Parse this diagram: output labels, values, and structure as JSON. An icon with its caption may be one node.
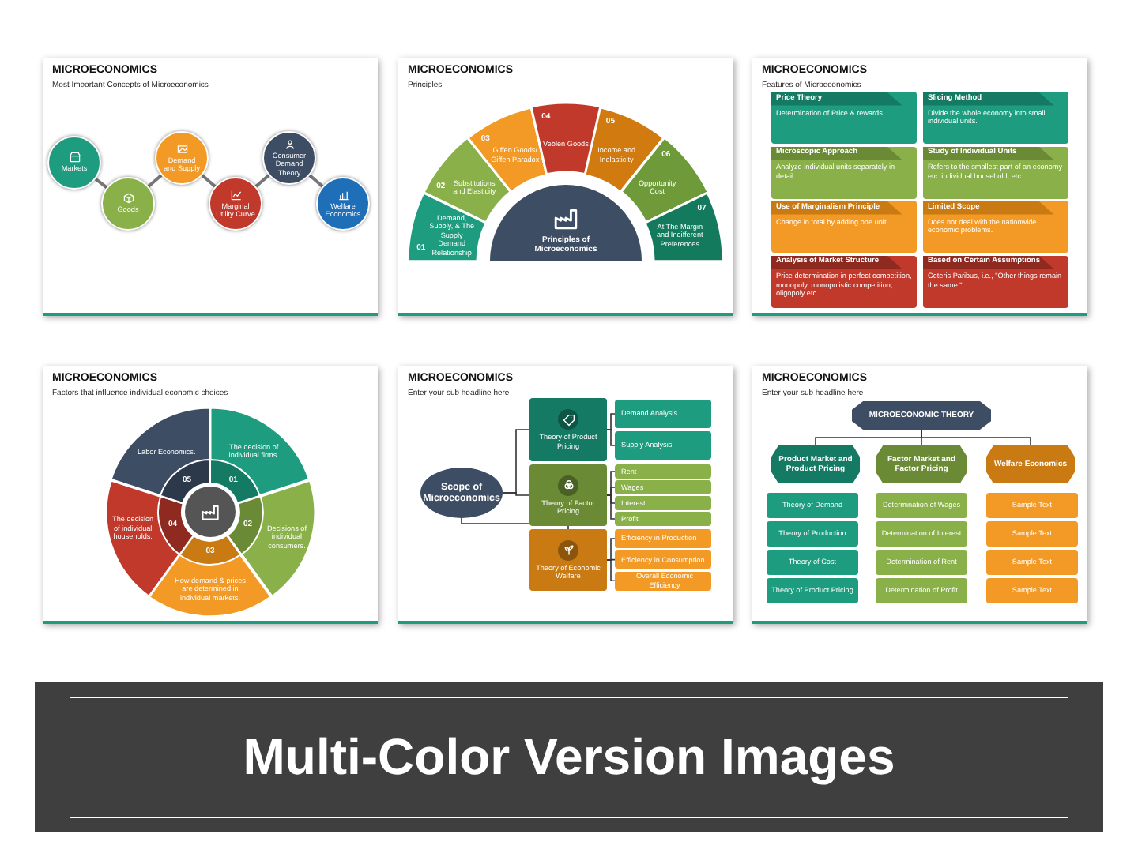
{
  "diagram": {
    "nodes": [
      {
        "text": [
          "MICROECONOMICS",
          "Most Important Concepts of Microeconomics"
        ]
      },
      {
        "text": [
          "Markets"
        ],
        "in": 0
      },
      {
        "text": [
          "Goods"
        ],
        "in": 0
      },
      {
        "text": [
          "Demand and Supply"
        ],
        "in": 0
      },
      {
        "text": [
          "Marginal Utility Curve"
        ],
        "in": 0
      },
      {
        "text": [
          "Consumer Demand Theory"
        ],
        "in": 0
      },
      {
        "text": [
          "Welfare Economics"
        ],
        "in": 0
      },
      {
        "text": [
          "MICROECONOMICS",
          "Principles"
        ]
      },
      {
        "text": [
          "01",
          "Demand, Supply, & The Supply Demand Relationship"
        ],
        "in": 7
      },
      {
        "text": [
          "02",
          "Substitutions and Elasticity"
        ],
        "in": 7
      },
      {
        "text": [
          "03",
          "Giffen Goods/ Giffen Paradox"
        ],
        "in": 7
      },
      {
        "text": [
          "04",
          "Veblen Goods"
        ],
        "in": 7
      },
      {
        "text": [
          "05",
          "Income and Inelasticity"
        ],
        "in": 7
      },
      {
        "text": [
          "06",
          "Opportunity Cost"
        ],
        "in": 7
      },
      {
        "text": [
          "07",
          "At The Margin and Indifferent Preferences"
        ],
        "in": 7
      },
      {
        "text": [
          "Principles of Microeconomics"
        ],
        "in": 7
      },
      {
        "text": [
          "MICROECONOMICS",
          "Features of Microeconomics"
        ]
      },
      {
        "text": [
          "Price Theory",
          "Determination of Price & rewards."
        ],
        "in": 16
      },
      {
        "text": [
          "Slicing Method",
          "Divide the whole economy into small individual units."
        ],
        "in": 16
      },
      {
        "text": [
          "Microscopic Approach",
          "Analyze individual units separately in detail."
        ],
        "in": 16
      },
      {
        "text": [
          "Study of Individual Units",
          "Refers to the smallest part of an economy etc. individual household, etc."
        ],
        "in": 16
      },
      {
        "text": [
          "Use of Marginalism Principle",
          "Change in total by adding one unit."
        ],
        "in": 16
      },
      {
        "text": [
          "Limited Scope",
          "Does not deal with the nationwide economic problems."
        ],
        "in": 16
      },
      {
        "text": [
          "Analysis of Market Structure",
          "Price determination in perfect competition, monopoly, monopolistic competition, oligopoly etc."
        ],
        "in": 16
      },
      {
        "text": [
          "Based on Certain Assumptions",
          "Ceteris Paribus, i.e., \"Other things remain the same.\""
        ],
        "in": 16
      },
      {
        "text": [
          "MICROECONOMICS",
          "Factors that influence individual economic choices"
        ]
      },
      {
        "text": [
          "The decision of individual firms.",
          "01"
        ],
        "in": 25
      },
      {
        "text": [
          "02",
          "Decisions of individual consumers."
        ],
        "in": 25
      },
      {
        "text": [
          "03",
          "How demand & prices are determined in individual markets."
        ],
        "in": 25
      },
      {
        "text": [
          "The decision of individual households.",
          "04"
        ],
        "in": 25
      },
      {
        "text": [
          "Labor Economics.",
          "05"
        ],
        "in": 25
      },
      {
        "text": [
          "MICROECONOMICS",
          "Enter your sub headline here"
        ]
      },
      {
        "text": [
          "Scope of Microeconomics"
        ],
        "in": 31
      },
      {
        "text": [
          "Theory of Product Pricing"
        ],
        "in": 31
      },
      {
        "text": [
          "Demand Analysis"
        ],
        "in": 31
      },
      {
        "text": [
          "Supply Analysis"
        ],
        "in": 31
      },
      {
        "text": [
          "Theory of Factor Pricing"
        ],
        "in": 31
      },
      {
        "text": [
          "Rent"
        ],
        "in": 31
      },
      {
        "text": [
          "Wages"
        ],
        "in": 31
      },
      {
        "text": [
          "Interest"
        ],
        "in": 31
      },
      {
        "text": [
          "Profit"
        ],
        "in": 31
      },
      {
        "text": [
          "Theory of Economic Welfare"
        ],
        "in": 31
      },
      {
        "text": [
          "Efficiency in Production"
        ],
        "in": 31
      },
      {
        "text": [
          "Efficiency in Consumption"
        ],
        "in": 31
      },
      {
        "text": [
          "Overall Economic Efficiency"
        ],
        "in": 31
      },
      {
        "text": [
          "MICROECONOMICS",
          "Enter your sub headline here"
        ]
      },
      {
        "text": [
          "MICROECONOMIC THEORY"
        ],
        "in": 45
      },
      {
        "text": [
          "Product Market and Product Pricing"
        ],
        "in": 45
      },
      {
        "text": [
          "Factor Market and Factor Pricing"
        ],
        "in": 45
      },
      {
        "text": [
          "Welfare Economics"
        ],
        "in": 45
      },
      {
        "text": [
          "Theory of Demand"
        ],
        "in": 45
      },
      {
        "text": [
          "Theory of Production"
        ],
        "in": 45
      },
      {
        "text": [
          "Theory of Cost"
        ],
        "in": 45
      },
      {
        "text": [
          "Theory of Product Pricing"
        ],
        "in": 45
      },
      {
        "text": [
          "Determination of Wages"
        ],
        "in": 45
      },
      {
        "text": [
          "Determination of Interest"
        ],
        "in": 45
      },
      {
        "text": [
          "Determination of Rent"
        ],
        "in": 45
      },
      {
        "text": [
          "Determination of Profit"
        ],
        "in": 45
      },
      {
        "text": [
          "Sample Text"
        ],
        "in": 45
      },
      {
        "text": [
          "Sample Text"
        ],
        "in": 45
      },
      {
        "text": [
          "Sample Text"
        ],
        "in": 45
      },
      {
        "text": [
          "Sample Text"
        ],
        "in": 45
      }
    ],
    "edges": [
      {
        "from": 1,
        "to": 2,
        "arrow": "none"
      },
      {
        "from": 2,
        "to": 3,
        "arrow": "none"
      },
      {
        "from": 3,
        "to": 4,
        "arrow": "none"
      },
      {
        "from": 4,
        "to": 5,
        "arrow": "none"
      },
      {
        "from": 5,
        "to": 6,
        "arrow": "none"
      },
      {
        "from": 32,
        "to": 33,
        "arrow": "none"
      },
      {
        "from": 32,
        "to": 36,
        "arrow": "none"
      },
      {
        "from": 32,
        "to": 41,
        "arrow": "none"
      },
      {
        "from": 33,
        "to": 34,
        "arrow": "none"
      },
      {
        "from": 33,
        "to": 35,
        "arrow": "none"
      },
      {
        "from": 36,
        "to": 37,
        "arrow": "none"
      },
      {
        "from": 36,
        "to": 38,
        "arrow": "none"
      },
      {
        "from": 36,
        "to": 39,
        "arrow": "none"
      },
      {
        "from": 36,
        "to": 40,
        "arrow": "none"
      },
      {
        "from": 41,
        "to": 42,
        "arrow": "none"
      },
      {
        "from": 41,
        "to": 43,
        "arrow": "none"
      },
      {
        "from": 41,
        "to": 44,
        "arrow": "none"
      },
      {
        "from": 46,
        "to": 47,
        "arrow": "none"
      },
      {
        "from": 46,
        "to": 48,
        "arrow": "none"
      },
      {
        "from": 46,
        "to": 49,
        "arrow": "none"
      }
    ],
    "labels": [
      "Multi-Color Version Images"
    ]
  }
}
